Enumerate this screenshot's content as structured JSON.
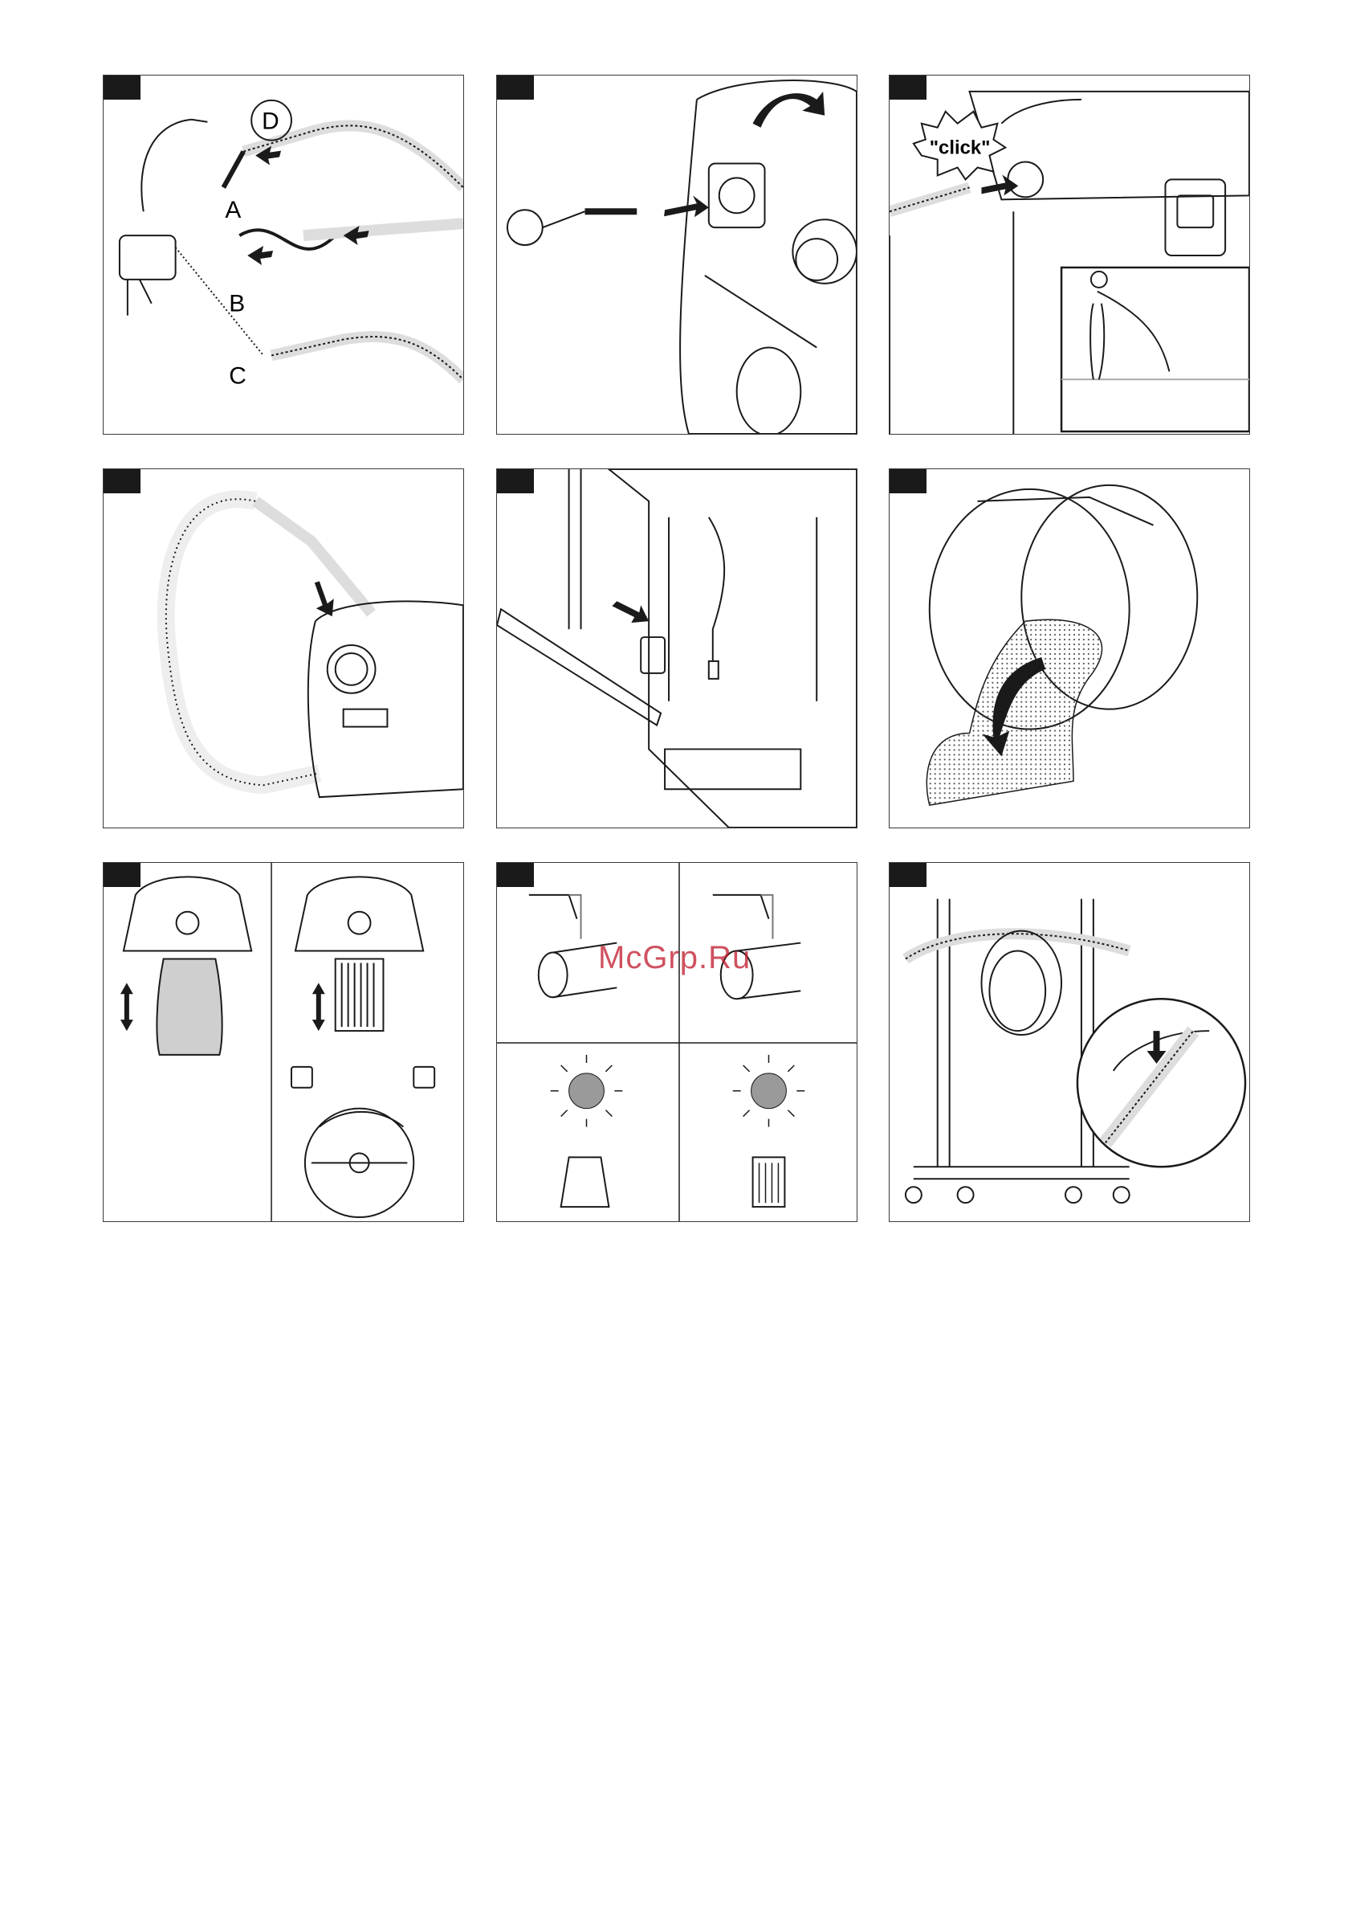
{
  "panels": [
    {
      "id": 1,
      "labels": {
        "a": "A",
        "b": "B",
        "c": "C",
        "d": "D"
      }
    },
    {
      "id": 2
    },
    {
      "id": 3,
      "click_text": "\"click\""
    },
    {
      "id": 4
    },
    {
      "id": 5
    },
    {
      "id": 6
    },
    {
      "id": 7
    },
    {
      "id": 8
    },
    {
      "id": 9
    }
  ],
  "watermark": "McGrp.Ru",
  "colors": {
    "ink": "#1a1a1a",
    "frame": "#3a3a3a",
    "watermark": "#c0182a",
    "sun": "#9a9a9a",
    "paper_bag": "#cfcfcf"
  }
}
